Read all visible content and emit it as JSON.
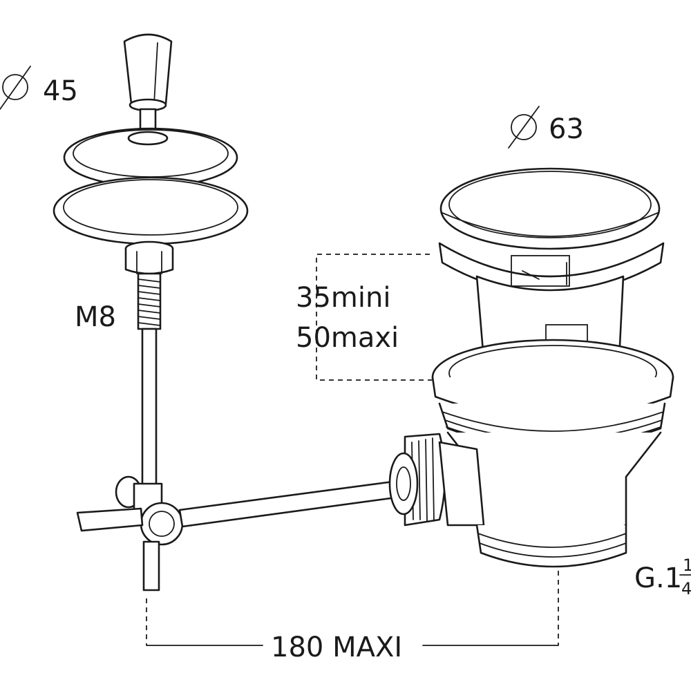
{
  "labels": {
    "knob_diameter": "45",
    "cap_diameter": "63",
    "thread_rod": "M8",
    "height_min": "35mini",
    "height_max": "50maxi",
    "outlet_thread_prefix": "G.1",
    "outlet_thread_numerator": "1",
    "outlet_thread_denominator": "4",
    "max_distance": "180 MAXI"
  },
  "colors": {
    "line": "#1a1a1a",
    "shade": "#e9e9e9",
    "background": "#ffffff"
  },
  "icons": {
    "diameter_symbol": "diameter-symbol-icon"
  }
}
